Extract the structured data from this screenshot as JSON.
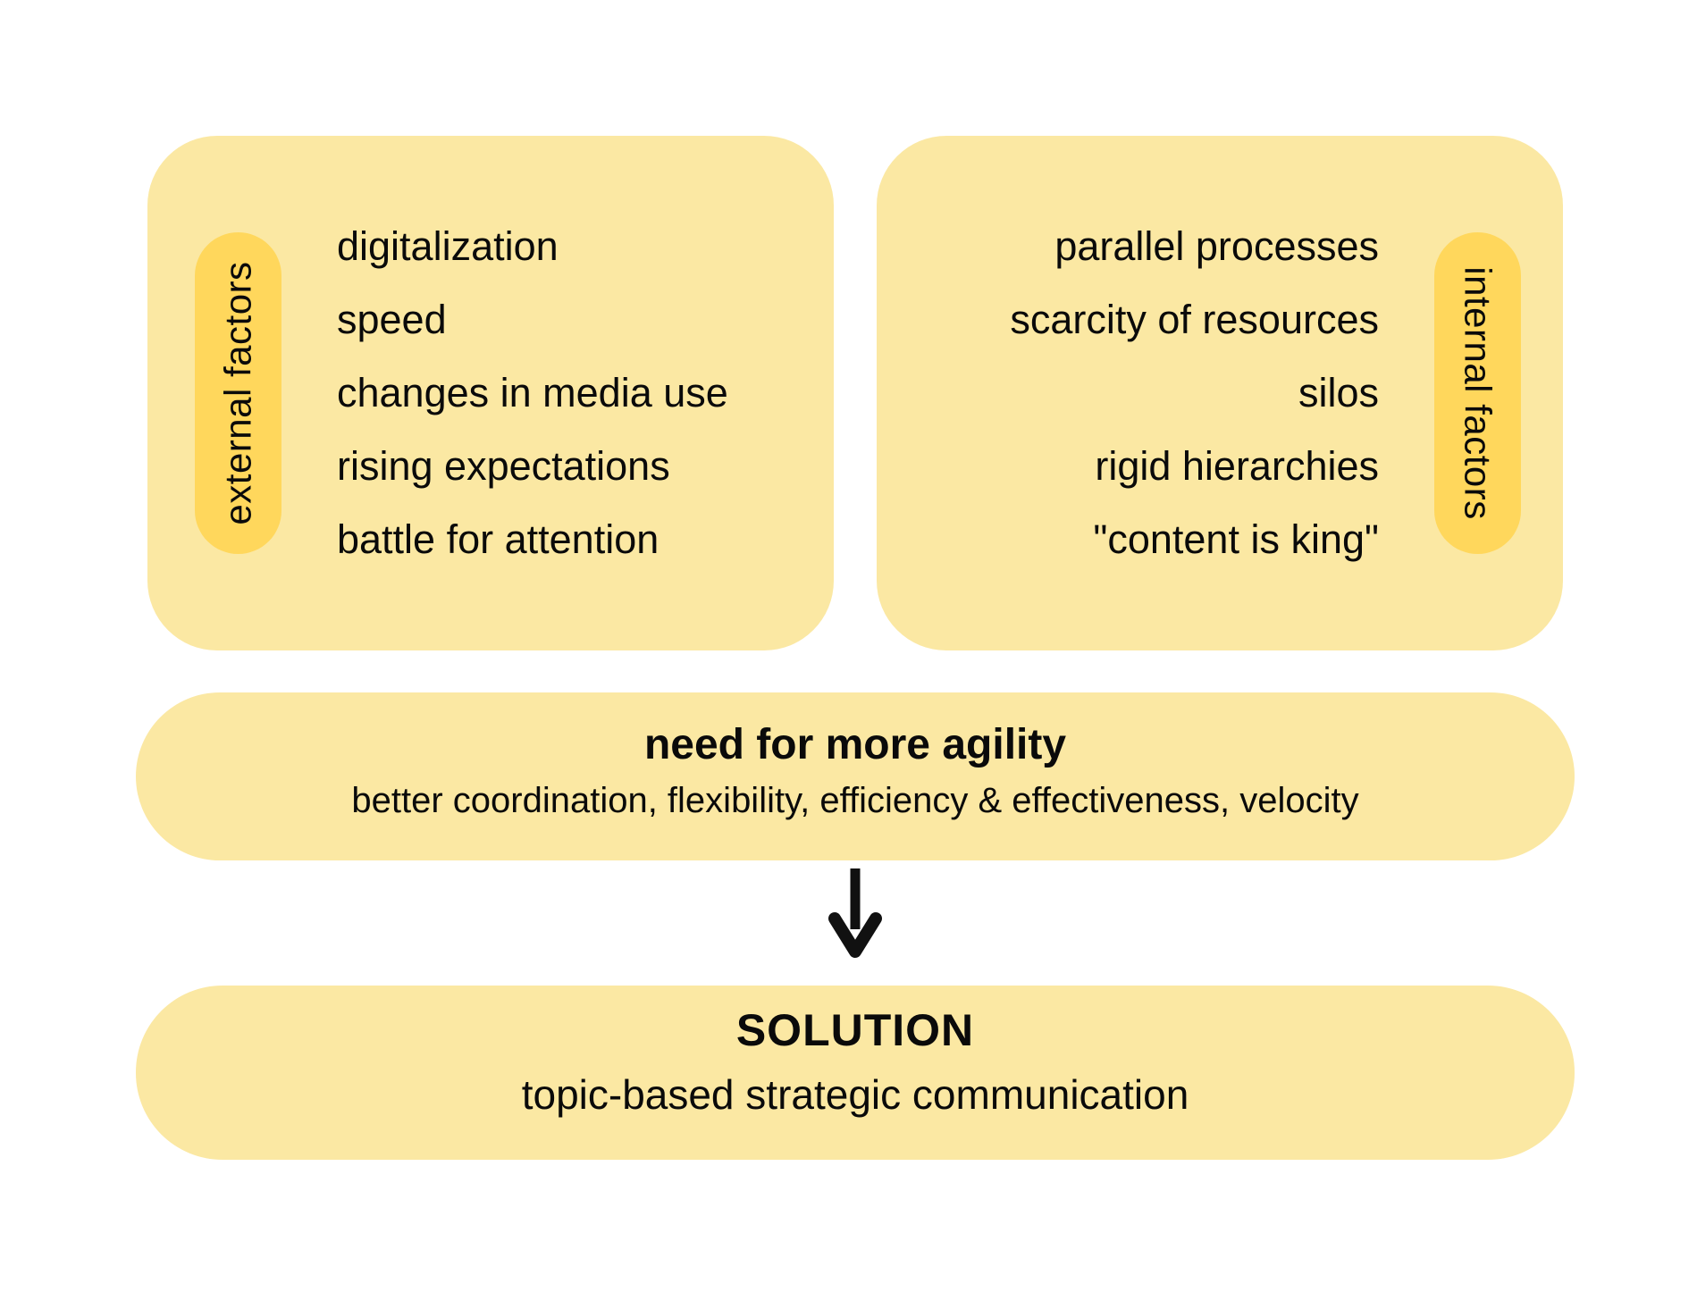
{
  "colors": {
    "background": "#ffffff",
    "box": "#FBE8A3",
    "pill": "#FFD75C",
    "text": "#0a0a0a",
    "arrow": "#111111"
  },
  "external_box": {
    "label": "external factors",
    "items": [
      "digitalization",
      "speed",
      "changes in media use",
      "rising expectations",
      "battle for attention"
    ]
  },
  "internal_box": {
    "label": "internal factors",
    "items": [
      "parallel processes",
      "scarcity of resources",
      "silos",
      "rigid hierarchies",
      "\"content is king\""
    ]
  },
  "agility_band": {
    "title": "need for more agility",
    "subtitle": "better coordination, flexibility, efficiency & effectiveness, velocity"
  },
  "solution_band": {
    "title": "SOLUTION",
    "subtitle": "topic-based strategic communication"
  }
}
